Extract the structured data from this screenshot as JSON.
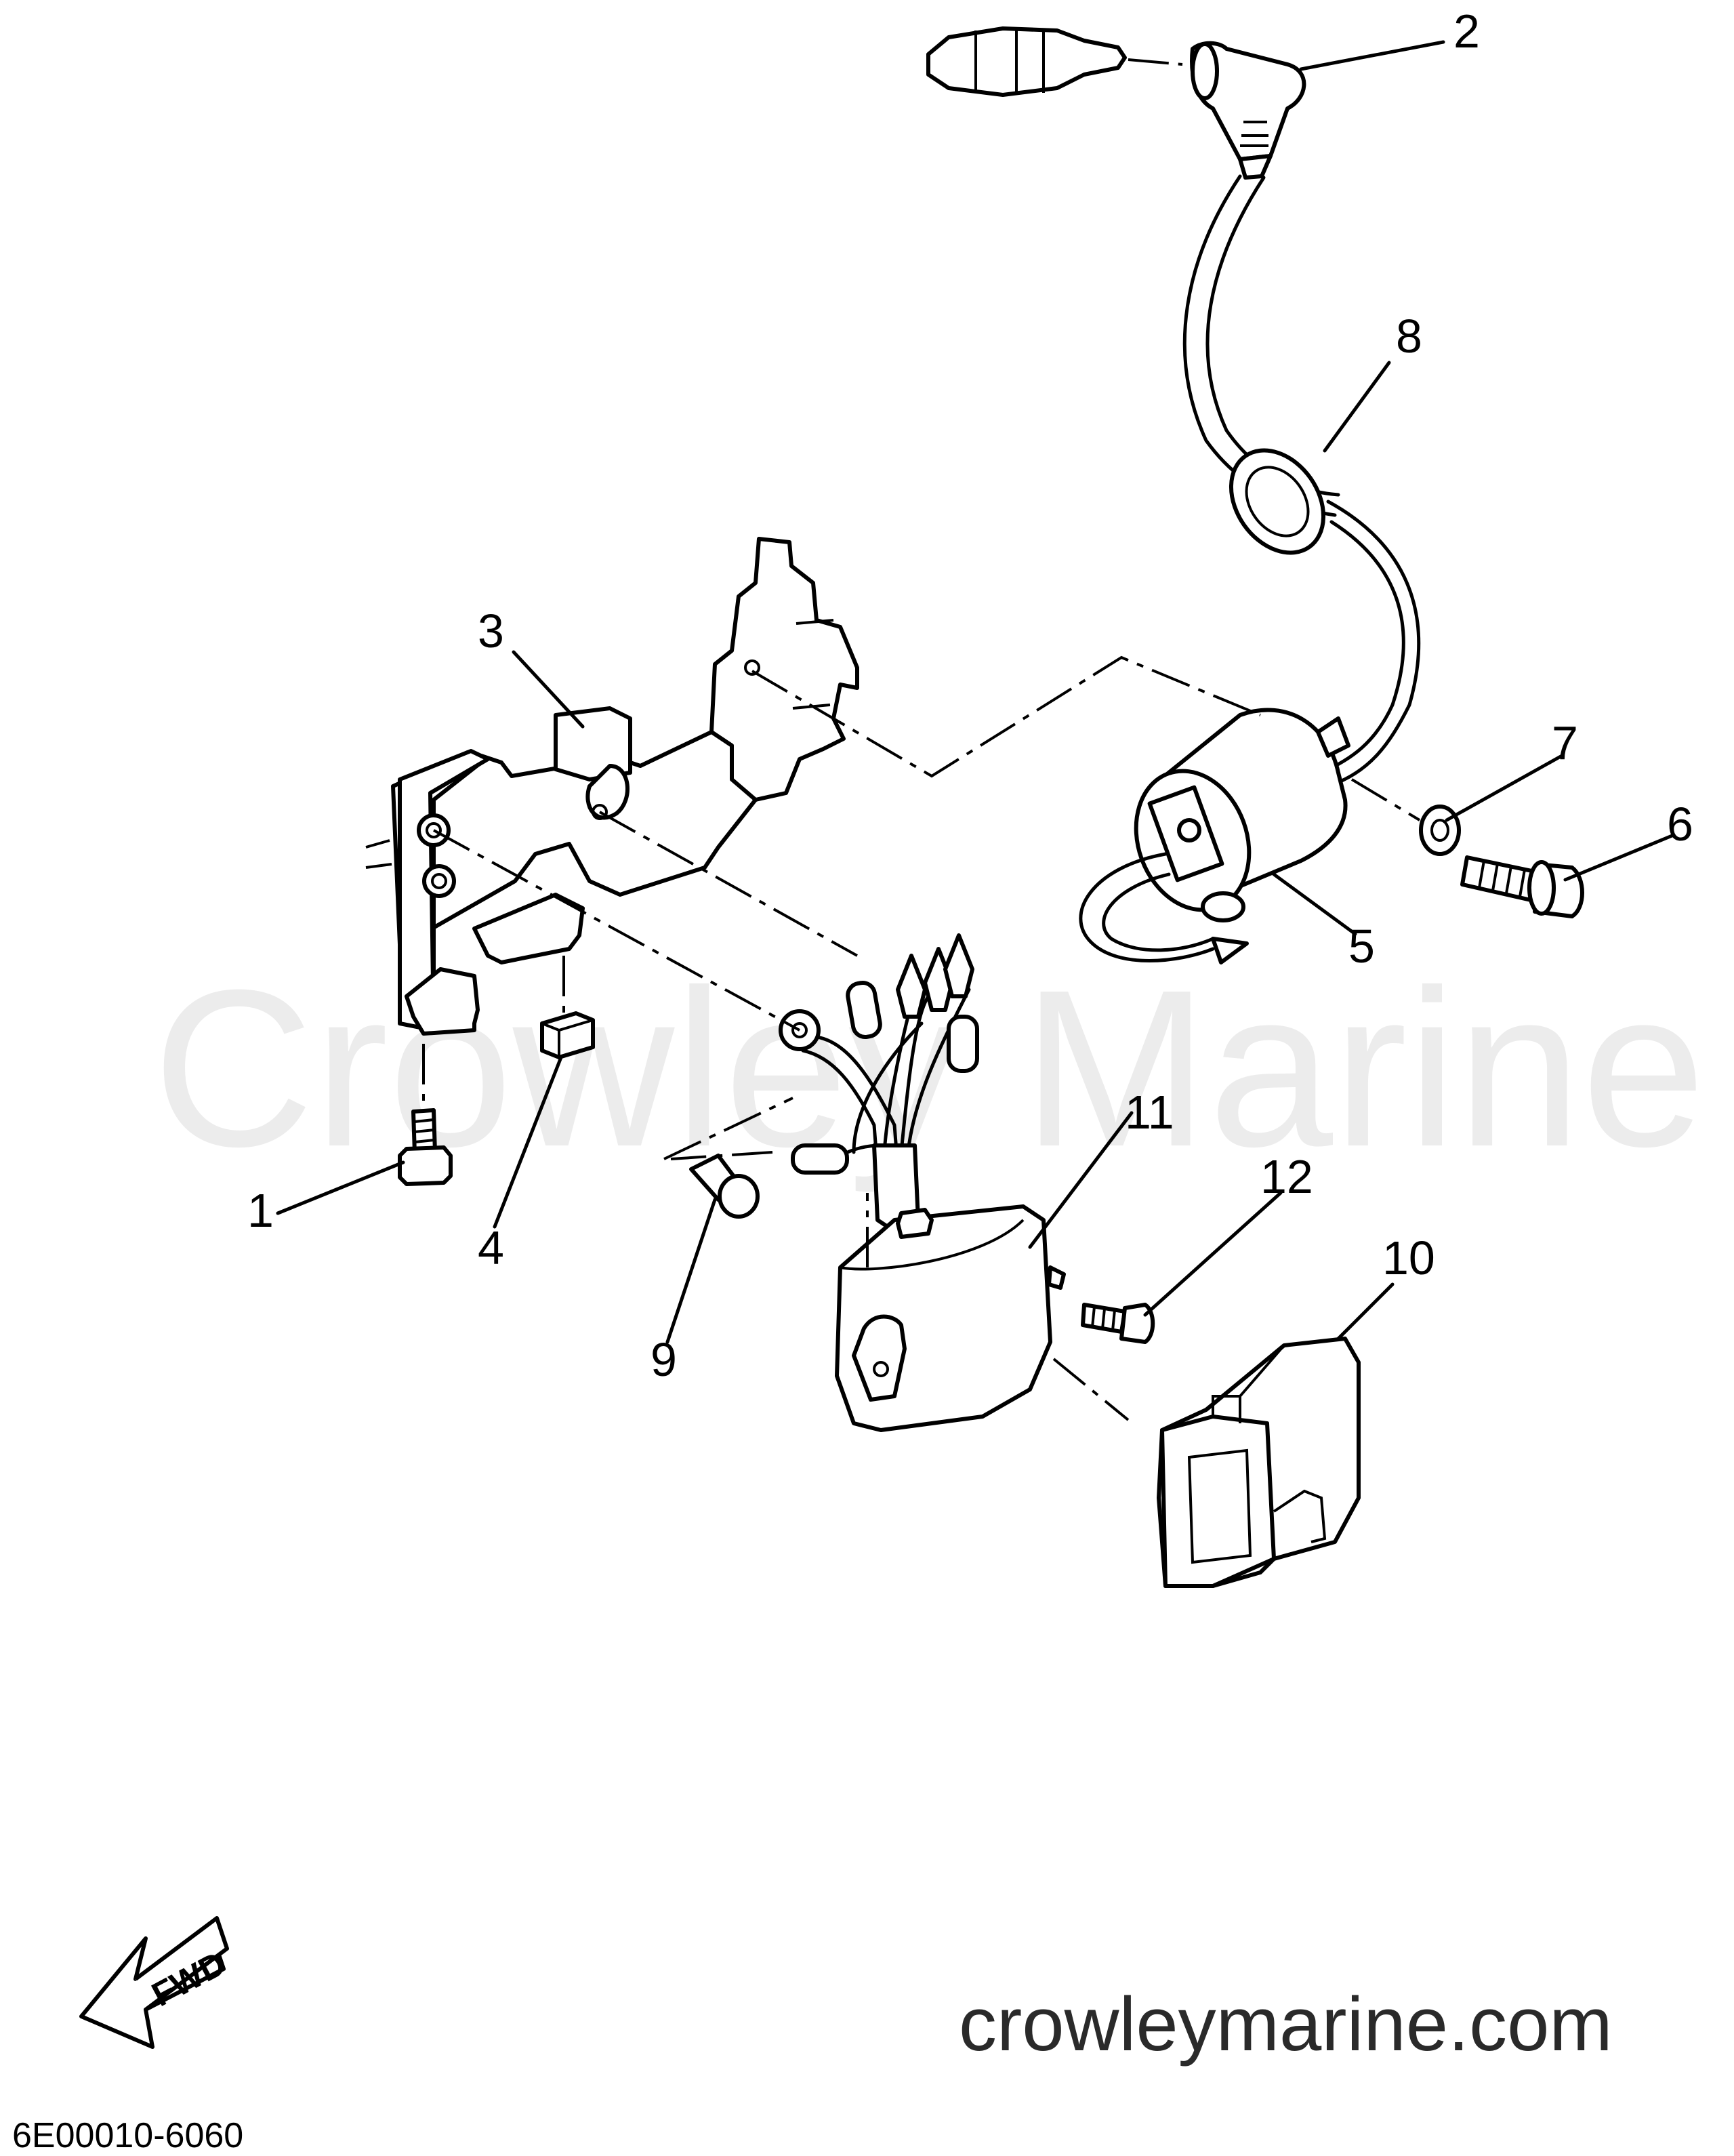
{
  "watermark": "Crowley Marine",
  "website": "crowleymarine.com",
  "diagram_code": "6E00010-6060",
  "fwd_label": "FWD",
  "callouts": [
    "1",
    "2",
    "3",
    "4",
    "5",
    "6",
    "7",
    "8",
    "9",
    "10",
    "11",
    "12"
  ]
}
